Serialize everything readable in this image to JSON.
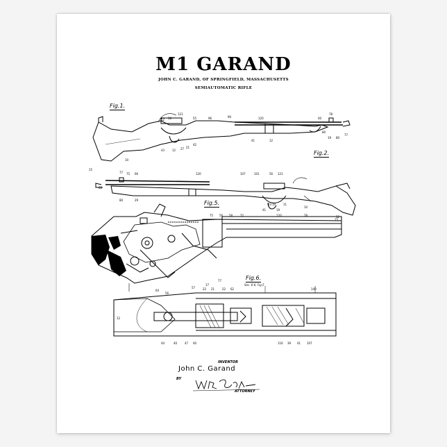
{
  "document": {
    "title": "M1  GARAND",
    "inventor_line": "JOHN C. GARAND, OF SPRINGFIELD, MASSACHUSETTS",
    "subtitle": "SEMIAUTOMATIC RIFLE"
  },
  "figures": {
    "fig1": "Fig.1.",
    "fig2": "Fig.2.",
    "fig5": "Fig.5.",
    "fig6": "Fig.6.",
    "fig6_note": "Sec. 6-6, Fig.5"
  },
  "signature": {
    "inventor_word": "INVENTOR",
    "inventor_name": "John C. Garand",
    "by_word": "BY",
    "attorney_signature": "W.N. Roach",
    "attorney_word": "ATTORNEY"
  },
  "ref_numerals": {
    "fig1": [
      "121",
      "55",
      "96",
      "90",
      "120",
      "78",
      "52",
      "56",
      "40",
      "19",
      "80",
      "77",
      "80",
      "12",
      "41",
      "10",
      "15",
      "43",
      "12",
      "27",
      "42",
      "21"
    ],
    "fig2": [
      "77",
      "75",
      "66",
      "120",
      "107",
      "101",
      "56",
      "121",
      "80",
      "80",
      "29",
      "10",
      "41",
      "19",
      "43",
      "11",
      "10",
      "15"
    ],
    "fig5": [
      "75",
      "56",
      "58",
      "72",
      "120",
      "78",
      "12",
      "78a",
      "80",
      "64",
      "56",
      "57",
      "17",
      "77"
    ],
    "fig6": [
      "22",
      "21",
      "22",
      "62",
      "44",
      "40",
      "47",
      "40",
      "116",
      "39",
      "41",
      "107",
      "140",
      "12"
    ]
  },
  "colors": {
    "ink": "#000000",
    "paper": "#ffffff",
    "background": "#f4f4f4"
  }
}
